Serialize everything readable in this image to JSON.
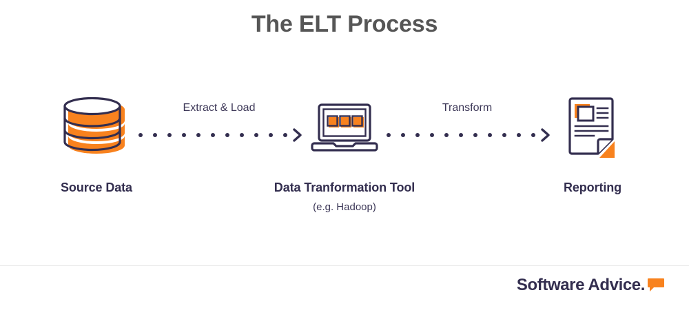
{
  "title": "The ELT Process",
  "colors": {
    "orange": "#F8821E",
    "navy": "#332E4F",
    "title_gray": "#565656",
    "divider": "#EBEBEB",
    "background": "#FFFFFF"
  },
  "diagram": {
    "nodes": [
      {
        "id": "source-data",
        "label": "Source Data",
        "sublabel": "",
        "icon": "database-cylinder-icon"
      },
      {
        "id": "data-transformation-tool",
        "label": "Data Tranformation Tool",
        "sublabel": "(e.g. Hadoop)",
        "icon": "laptop-icon"
      },
      {
        "id": "reporting",
        "label": "Reporting",
        "sublabel": "",
        "icon": "report-document-icon"
      }
    ],
    "connectors": [
      {
        "id": "extract-load",
        "label": "Extract & Load",
        "from": "source-data",
        "to": "data-transformation-tool",
        "style": "dotted-arrow",
        "dots": 11,
        "arrowhead": "chevron-right-icon"
      },
      {
        "id": "transform",
        "label": "Transform",
        "from": "data-transformation-tool",
        "to": "reporting",
        "style": "dotted-arrow",
        "dots": 11,
        "arrowhead": "chevron-right-icon"
      }
    ]
  },
  "footer": {
    "logo_text": "Software Advice.",
    "logo_mark": "speech-bubble-icon"
  }
}
